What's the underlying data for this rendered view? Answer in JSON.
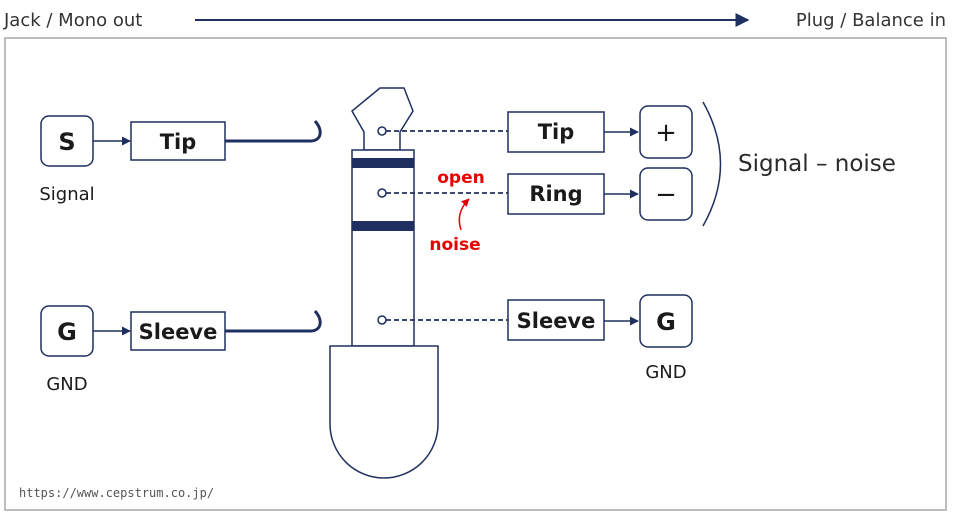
{
  "header": {
    "left_label": "Jack / Mono out",
    "right_label": "Plug  / Balance in"
  },
  "left": {
    "signal_node_letter": "S",
    "signal_caption": "Signal",
    "tip_label": "Tip",
    "ground_node_letter": "G",
    "ground_caption": "GND",
    "sleeve_label": "Sleeve"
  },
  "plug": {
    "open_label": "open",
    "noise_label": "noise"
  },
  "right": {
    "tip_label": "Tip",
    "ring_label": "Ring",
    "sleeve_label": "Sleeve",
    "plus_symbol": "+",
    "minus_symbol": "−",
    "ground_node_letter": "G",
    "ground_caption": "GND",
    "signal_minus_noise": "Signal – noise"
  },
  "footer": {
    "url": "https://www.cepstrum.co.jp/"
  },
  "colors": {
    "navy": "#1f2f5f",
    "red": "#e60000",
    "frame": "#a8a8a8"
  }
}
